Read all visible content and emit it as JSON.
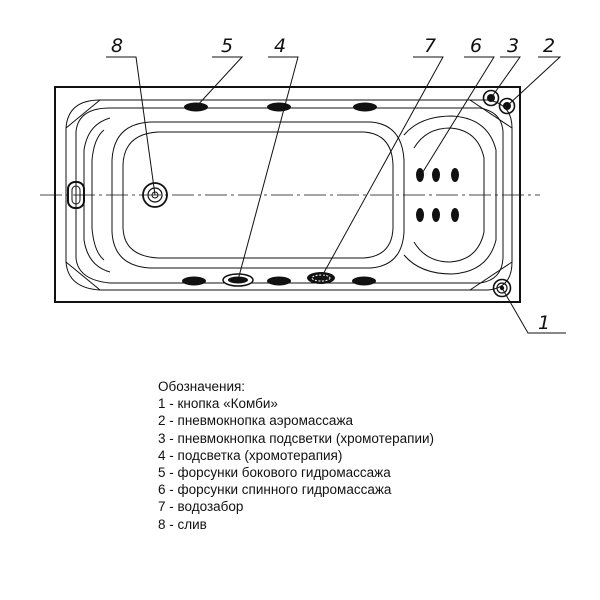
{
  "callouts": {
    "c8": "8",
    "c5": "5",
    "c4": "4",
    "c7": "7",
    "c6": "6",
    "c3": "3",
    "c2": "2",
    "c1": "1"
  },
  "legend": {
    "title": "Обозначения:",
    "items": [
      "1 - кнопка «Комби»",
      "2 - пневмокнопка аэромассажа",
      "3 - пневмокнопка подсветки (хромотерапии)",
      "4 - подсветка (хромотерапия)",
      "5 - форсунки бокового гидромассажа",
      "6 - форсунки спинного гидромассажа",
      "7 - водозабор",
      "8 - слив"
    ]
  }
}
